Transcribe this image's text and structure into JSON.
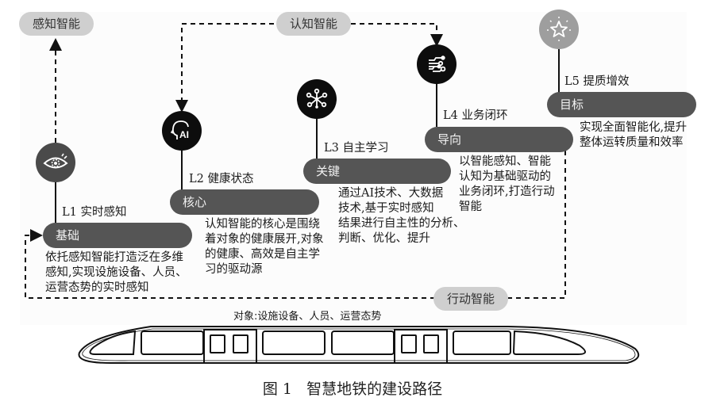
{
  "intelligence_tags": {
    "perception": "感知智能",
    "cognition": "认知智能",
    "action": "行动智能"
  },
  "levels": [
    {
      "id": "L1",
      "level_label": "L1 实时感知",
      "bar_label": "基础",
      "icon": "eye-icon",
      "description": [
        "依托感知智能打造泛在多维",
        "感知,实现设施设备、人员、",
        "运营态势的实时感知"
      ]
    },
    {
      "id": "L2",
      "level_label": "L2 健康状态",
      "bar_label": "核心",
      "icon": "ai-head-icon",
      "description": [
        "认知智能的核心是围绕",
        "着对象的健康展开,对象",
        "的健康、高效是自主学",
        "习的驱动源"
      ]
    },
    {
      "id": "L3",
      "level_label": "L3 自主学习",
      "bar_label": "关键",
      "icon": "network-hub-icon",
      "description": [
        "通过AI技术、大数据",
        "技术,基于实时感知",
        "结果进行自主性的分析、",
        "判断、优化、提升"
      ]
    },
    {
      "id": "L4",
      "level_label": "L4 业务闭环",
      "bar_label": "导向",
      "icon": "circuit-icon",
      "description": [
        "以智能感知、智能",
        "认知为基础驱动的",
        "业务闭环,打造行动",
        "智能"
      ]
    },
    {
      "id": "L5",
      "level_label": "L5 提质增效",
      "bar_label": "目标",
      "icon": "star-icon",
      "description": [
        "实现全面智能化,提升",
        "整体运转质量和效率"
      ]
    }
  ],
  "target_objects": "对象:设施设备、人员、运营态势",
  "caption": "图 1   智慧地铁的建设路径"
}
